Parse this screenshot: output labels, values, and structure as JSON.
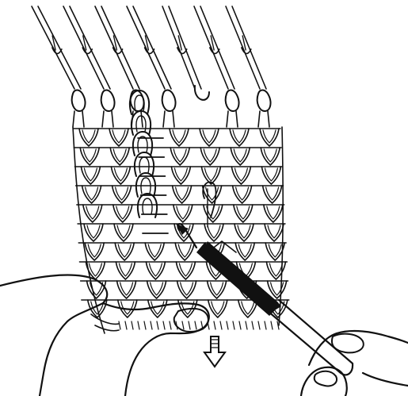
{
  "illustration": {
    "subject": "knitting-machine-latch-tool-repair",
    "ink_color": "#111111",
    "paper_color": "#ffffff",
    "needle_count": 7,
    "stitch_rows": 10,
    "stitch_columns": 7,
    "ladder_column": 3,
    "icons": [
      "latch-needle-icon",
      "latch-tool-icon",
      "hand-icon",
      "down-arrow-icon"
    ]
  }
}
